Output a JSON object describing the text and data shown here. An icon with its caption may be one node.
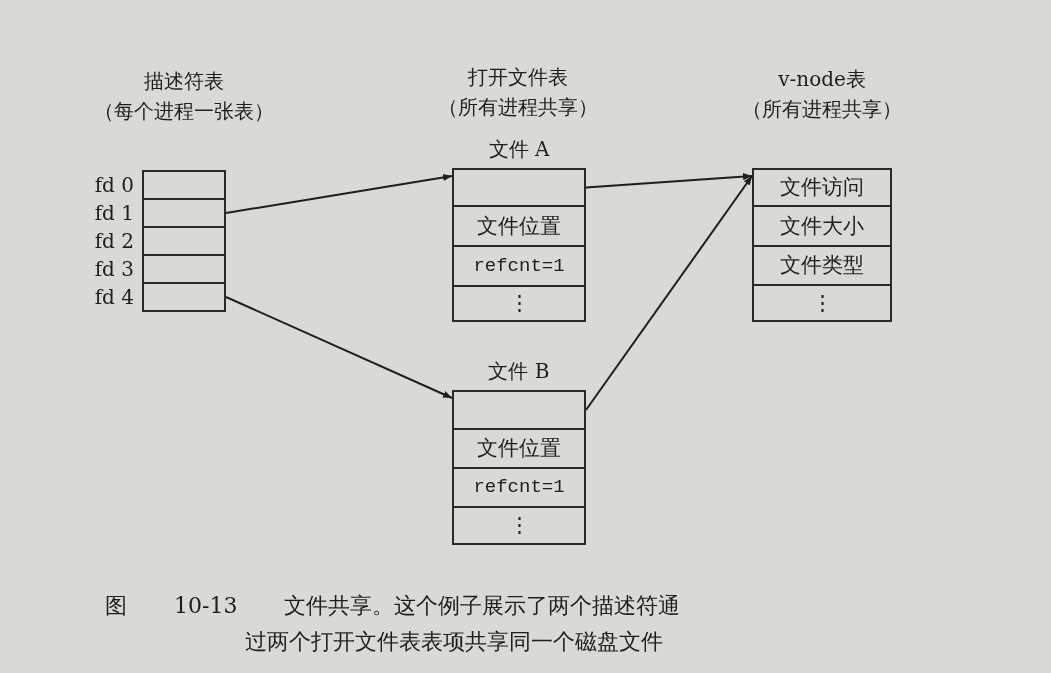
{
  "diagram": {
    "caption": "图 10-13 文件共享。这个例子展示了两个描述符通过两个打开文件表表项共享同一个磁盘文件",
    "nodes": [
      {
        "text": [
          "描述符表",
          "（每个进程一张表）"
        ]
      },
      {
        "text": [],
        "shape": "box",
        "in": 0,
        "beside": [
          "fd 0"
        ]
      },
      {
        "text": [],
        "shape": "box",
        "in": 0,
        "beside": [
          "fd 1"
        ]
      },
      {
        "text": [],
        "shape": "box",
        "in": 0,
        "beside": [
          "fd 2"
        ]
      },
      {
        "text": [],
        "shape": "box",
        "in": 0,
        "beside": [
          "fd 3"
        ]
      },
      {
        "text": [],
        "shape": "box",
        "in": 0,
        "beside": [
          "fd 4"
        ]
      },
      {
        "text": [
          "文件 A"
        ]
      },
      {
        "text": [],
        "shape": "box",
        "in": 6
      },
      {
        "text": [
          "文件位置"
        ],
        "in": 6
      },
      {
        "text": [
          "refcnt=1"
        ],
        "in": 6
      },
      {
        "text": [
          "⋮"
        ],
        "in": 6
      },
      {
        "text": [
          "文件 B"
        ]
      },
      {
        "text": [],
        "shape": "box",
        "in": 11
      },
      {
        "text": [
          "文件位置"
        ],
        "in": 11
      },
      {
        "text": [
          "refcnt=1"
        ],
        "in": 11
      },
      {
        "text": [
          "⋮"
        ],
        "in": 11
      },
      {
        "text": [
          "v-node表",
          "（所有进程共享）"
        ]
      },
      {
        "text": [
          "文件访问"
        ],
        "in": 16
      },
      {
        "text": [
          "文件大小"
        ],
        "in": 16
      },
      {
        "text": [
          "文件类型"
        ],
        "in": 16
      },
      {
        "text": [
          "⋮"
        ],
        "in": 16
      }
    ],
    "edges": [
      {
        "from": 2,
        "to": 7,
        "arrow": "to"
      },
      {
        "from": 5,
        "to": 12,
        "arrow": "to"
      },
      {
        "from": 7,
        "to": 16,
        "arrow": "to"
      },
      {
        "from": 12,
        "to": 16,
        "arrow": "to"
      }
    ],
    "labels": [
      "打开文件表",
      "（所有进程共享）"
    ]
  }
}
